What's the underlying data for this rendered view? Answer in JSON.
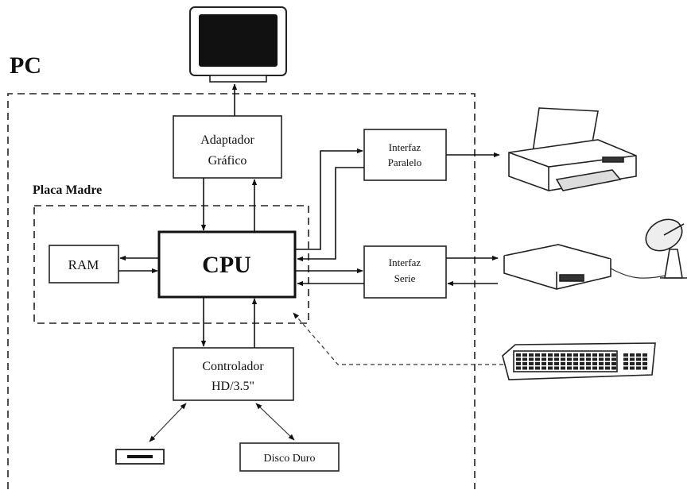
{
  "title": "PC",
  "board_label": "Placa Madre",
  "cpu": "CPU",
  "ram": "RAM",
  "graphics_adapter": [
    "Adaptador",
    "Gráfico"
  ],
  "parallel_interface": [
    "Interfaz",
    "Paralelo"
  ],
  "serial_interface": [
    "Interfaz",
    "Serie"
  ],
  "disk_controller": [
    "Controlador",
    "HD/3.5\""
  ],
  "hard_disk": "Disco Duro",
  "devices": [
    "monitor-icon",
    "printer-icon",
    "modem-icon",
    "satellite-dish-icon",
    "keyboard-icon",
    "floppy-disk-icon"
  ]
}
